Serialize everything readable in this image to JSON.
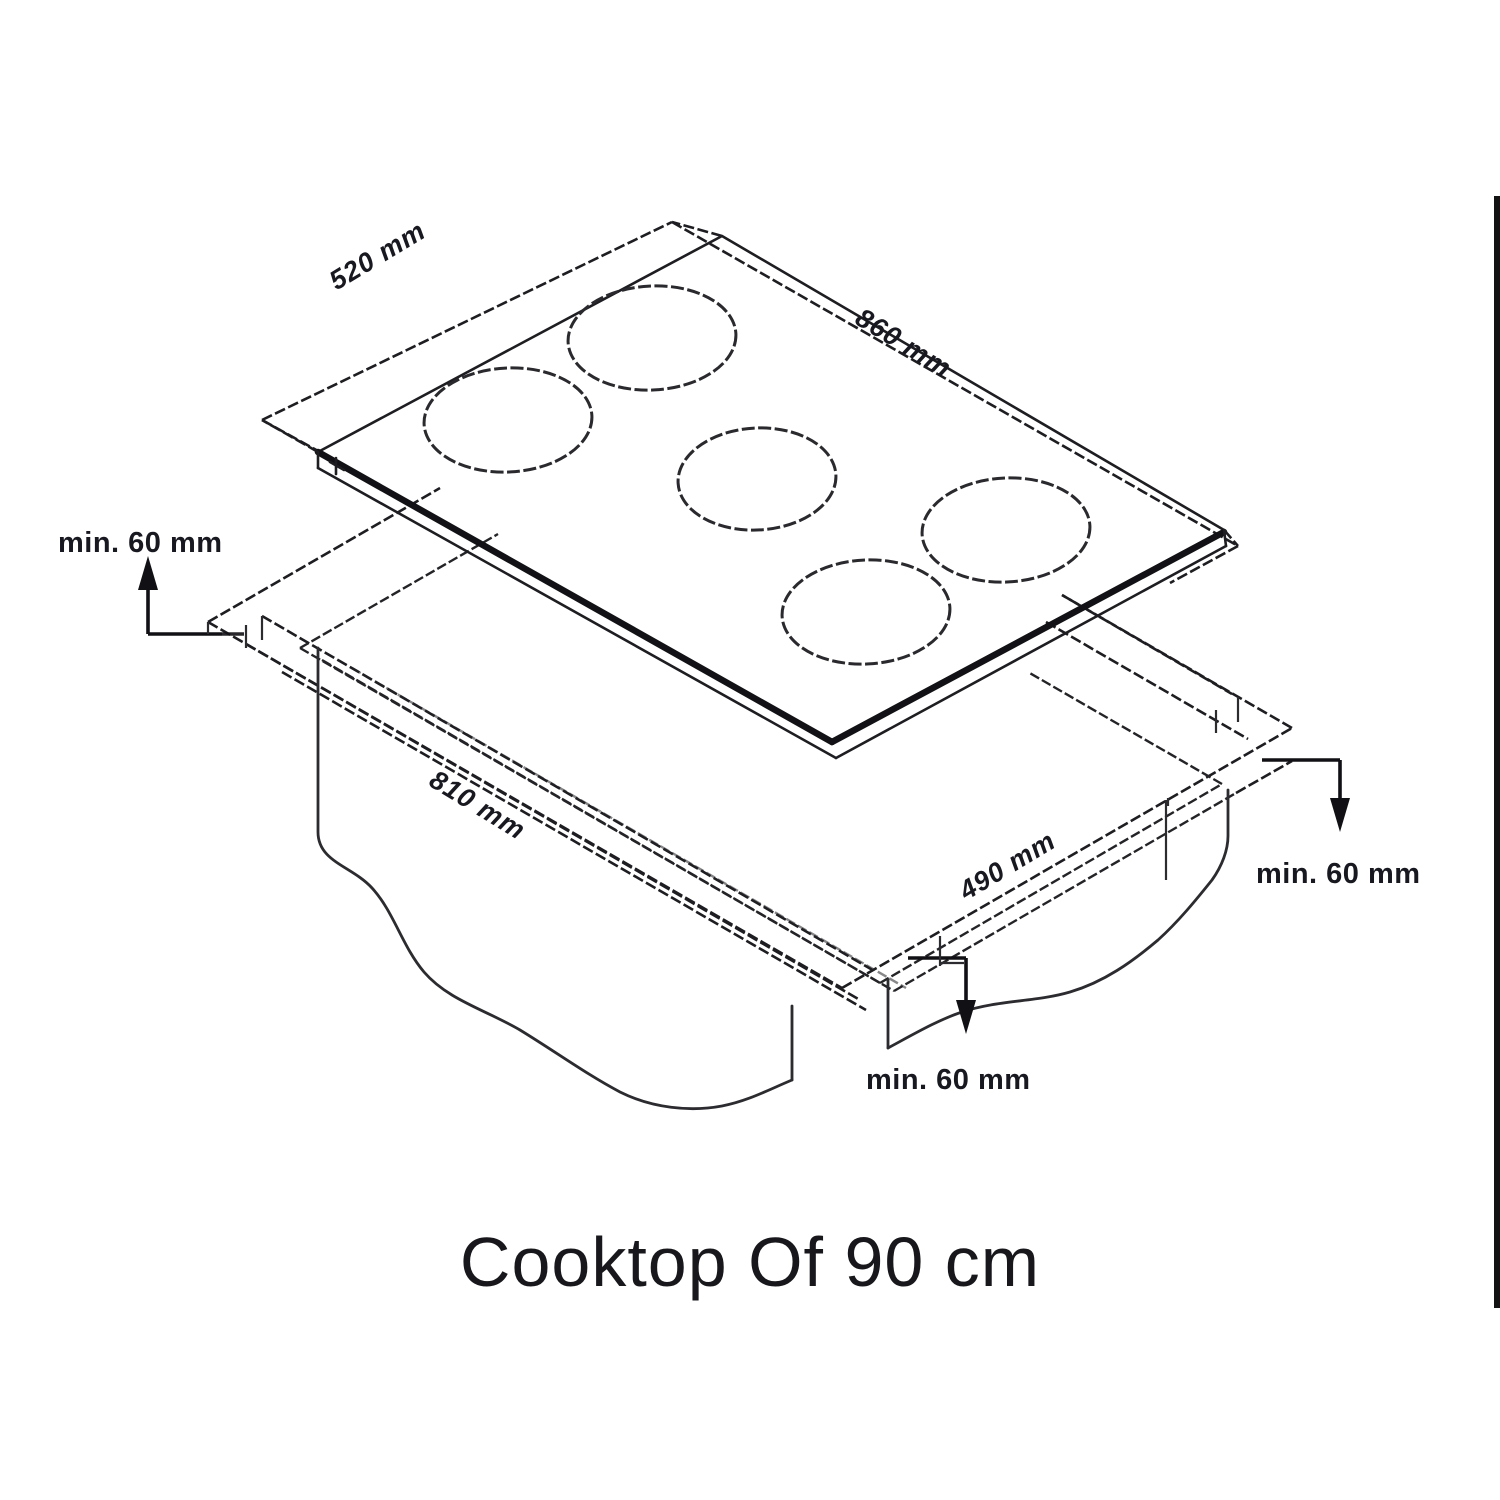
{
  "title": "Cooktop Of 90 cm",
  "diagram": {
    "subject": "built-in cooktop installation / countertop cutout dimensions",
    "burner_count": 5,
    "line_style": "dashed technical outline",
    "ink_color": "#1a1a1a",
    "background_color": "#ffffff"
  },
  "dimensions": {
    "cooktop_width": "860 mm",
    "cooktop_depth": "520 mm",
    "cutout_width": "810 mm",
    "cutout_depth": "490 mm",
    "clearance_left": "min. 60 mm",
    "clearance_right": "min. 60 mm",
    "clearance_front": "min. 60 mm"
  },
  "labels": {
    "depth_520": "520 mm",
    "width_860": "860 mm",
    "cutout_810": "810 mm",
    "cutout_490": "490 mm",
    "min_left": "min. 60 mm",
    "min_right": "min. 60 mm",
    "min_bottom": "min. 60 mm"
  },
  "colors": {
    "ink": "#1a1a1a",
    "paper": "#ffffff",
    "edge_strip": "#131313"
  }
}
